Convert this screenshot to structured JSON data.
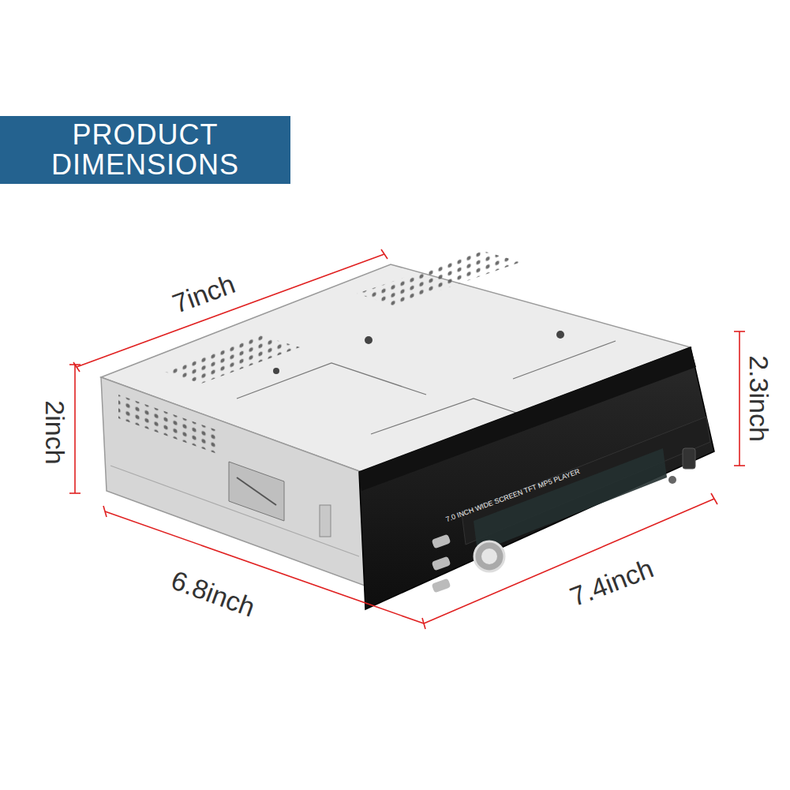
{
  "diagram": {
    "title": "PRODUCT DIMENSIONS",
    "labels": [
      "7inch",
      "2inch",
      "6.8inch",
      "7.4inch",
      "2.3inch",
      "7.0 INCH WIDE SCREEN TFT MP5 PLAYER"
    ]
  }
}
